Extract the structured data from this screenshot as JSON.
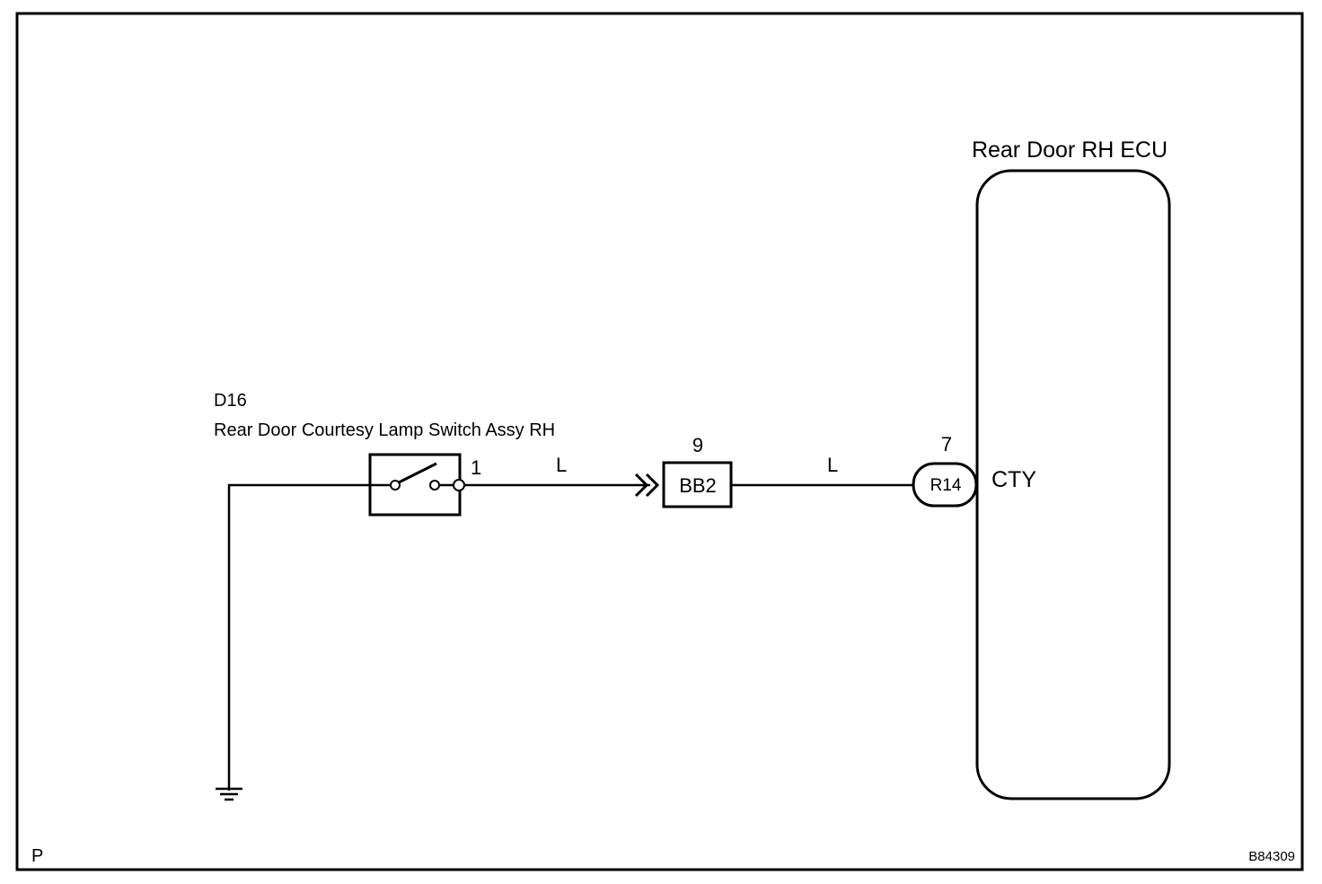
{
  "diagram": {
    "switch": {
      "code": "D16",
      "name": "Rear Door Courtesy Lamp Switch Assy RH",
      "pin": "1"
    },
    "wire_left_color": "L",
    "junction": {
      "code": "BB2",
      "pin": "9"
    },
    "wire_right_color": "L",
    "ecu_connector": {
      "code": "R14",
      "pin": "7"
    },
    "ecu": {
      "name": "Rear Door RH ECU",
      "terminal": "CTY"
    },
    "corner_letter": "P",
    "figure_id": "B84309"
  }
}
